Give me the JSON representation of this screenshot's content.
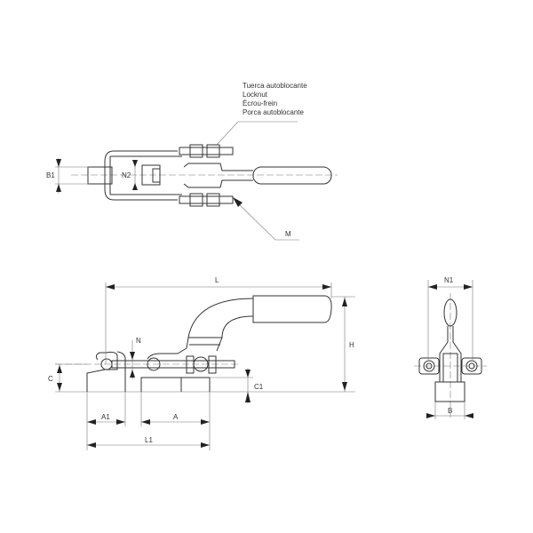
{
  "top_view": {
    "locknut_labels": [
      "Tuerca autoblocante",
      "Locknut",
      "Écrou-frein",
      "Porca autoblocante"
    ],
    "dim_b1": "B1",
    "dim_n2": "N2",
    "dim_m": "M"
  },
  "side_view": {
    "dim_l": "L",
    "dim_h": "H",
    "dim_n": "N",
    "dim_c": "C",
    "dim_c1": "C1",
    "dim_a1": "A1",
    "dim_a": "A",
    "dim_l1": "L1"
  },
  "end_view": {
    "dim_n1": "N1",
    "dim_b": "B"
  }
}
